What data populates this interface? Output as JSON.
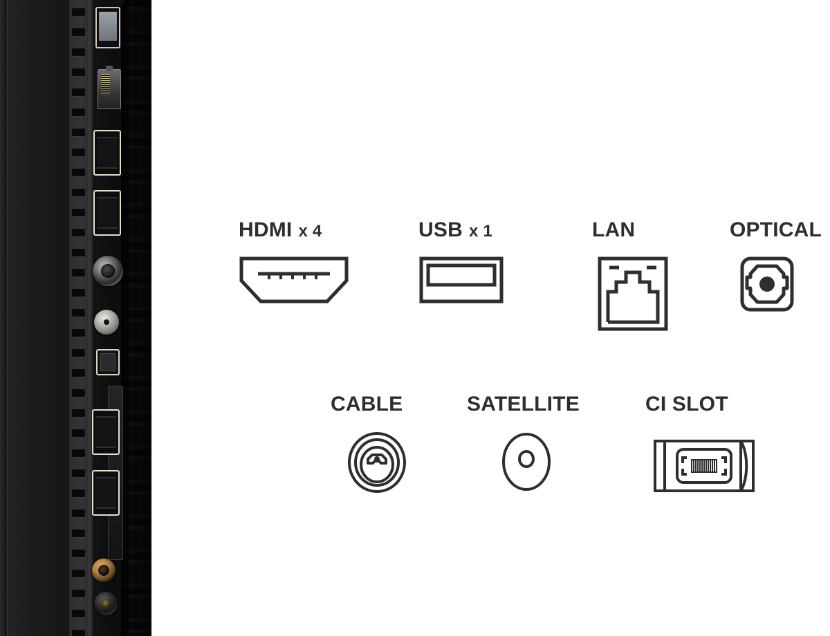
{
  "page": {
    "title": "TV side connectivity ports",
    "background_color": "#ffffff",
    "icon_stroke_color": "#2e2e30"
  },
  "tv_photo": {
    "alt": "Close-up photo of the left-side input panel of a flat-screen TV",
    "body_color": "#1d1d1f",
    "bezel_color": "#2a2a2c",
    "vent_color": "#343438",
    "visible_ports_top_to_bottom": [
      "usb-port",
      "lan-rj45-port",
      "hdmi-port",
      "hdmi-port",
      "coaxial-cable-port",
      "satellite-f-connector-port",
      "optical-audio-port",
      "ci-card-slot",
      "hdmi-port",
      "hdmi-port",
      "headphone-jack",
      "av-composite-jack"
    ]
  },
  "icons": {
    "row_one": [
      {
        "id": "hdmi",
        "label": "HDMI",
        "quantity": "x 4",
        "icon": "hdmi-connector-icon"
      },
      {
        "id": "usb",
        "label": "USB",
        "quantity": "x 1",
        "icon": "usb-connector-icon"
      },
      {
        "id": "lan",
        "label": "LAN",
        "quantity": "",
        "icon": "rj45-ethernet-icon"
      },
      {
        "id": "optical",
        "label": "OPTICAL",
        "quantity": "",
        "icon": "toslink-optical-icon"
      }
    ],
    "row_two": [
      {
        "id": "cable",
        "label": "CABLE",
        "quantity": "",
        "icon": "coaxial-cable-icon"
      },
      {
        "id": "satellite",
        "label": "SATELLITE",
        "quantity": "",
        "icon": "satellite-f-connector-icon"
      },
      {
        "id": "ci-slot",
        "label": "CI SLOT",
        "quantity": "",
        "icon": "ci-card-slot-icon"
      }
    ]
  }
}
